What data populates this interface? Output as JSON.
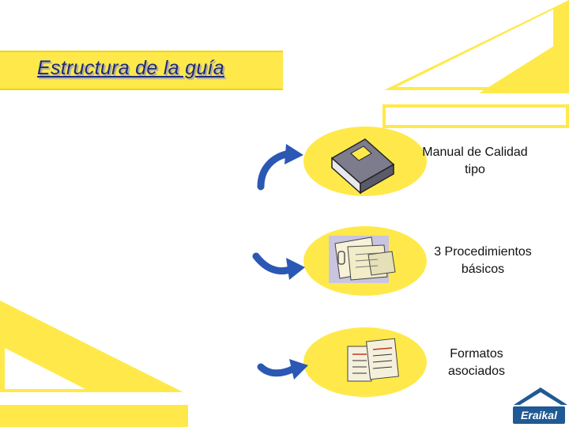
{
  "slide": {
    "title": "Estructura de la guía",
    "items": [
      {
        "label_line1": "Manual de Calidad",
        "label_line2": "tipo",
        "icon": "book-icon"
      },
      {
        "label_line1": "3 Procedimientos",
        "label_line2": "básicos",
        "icon": "documents-icon"
      },
      {
        "label_line1": "Formatos",
        "label_line2": "asociados",
        "icon": "forms-icon"
      }
    ],
    "logo": {
      "text": "Eraikal"
    }
  },
  "colors": {
    "accent_yellow": "#ffe94a",
    "yellow_border": "#f2d40a",
    "arrow_blue": "#2b58b4",
    "title_blue": "#1f2a7a",
    "logo_blue": "#1f5a94"
  }
}
